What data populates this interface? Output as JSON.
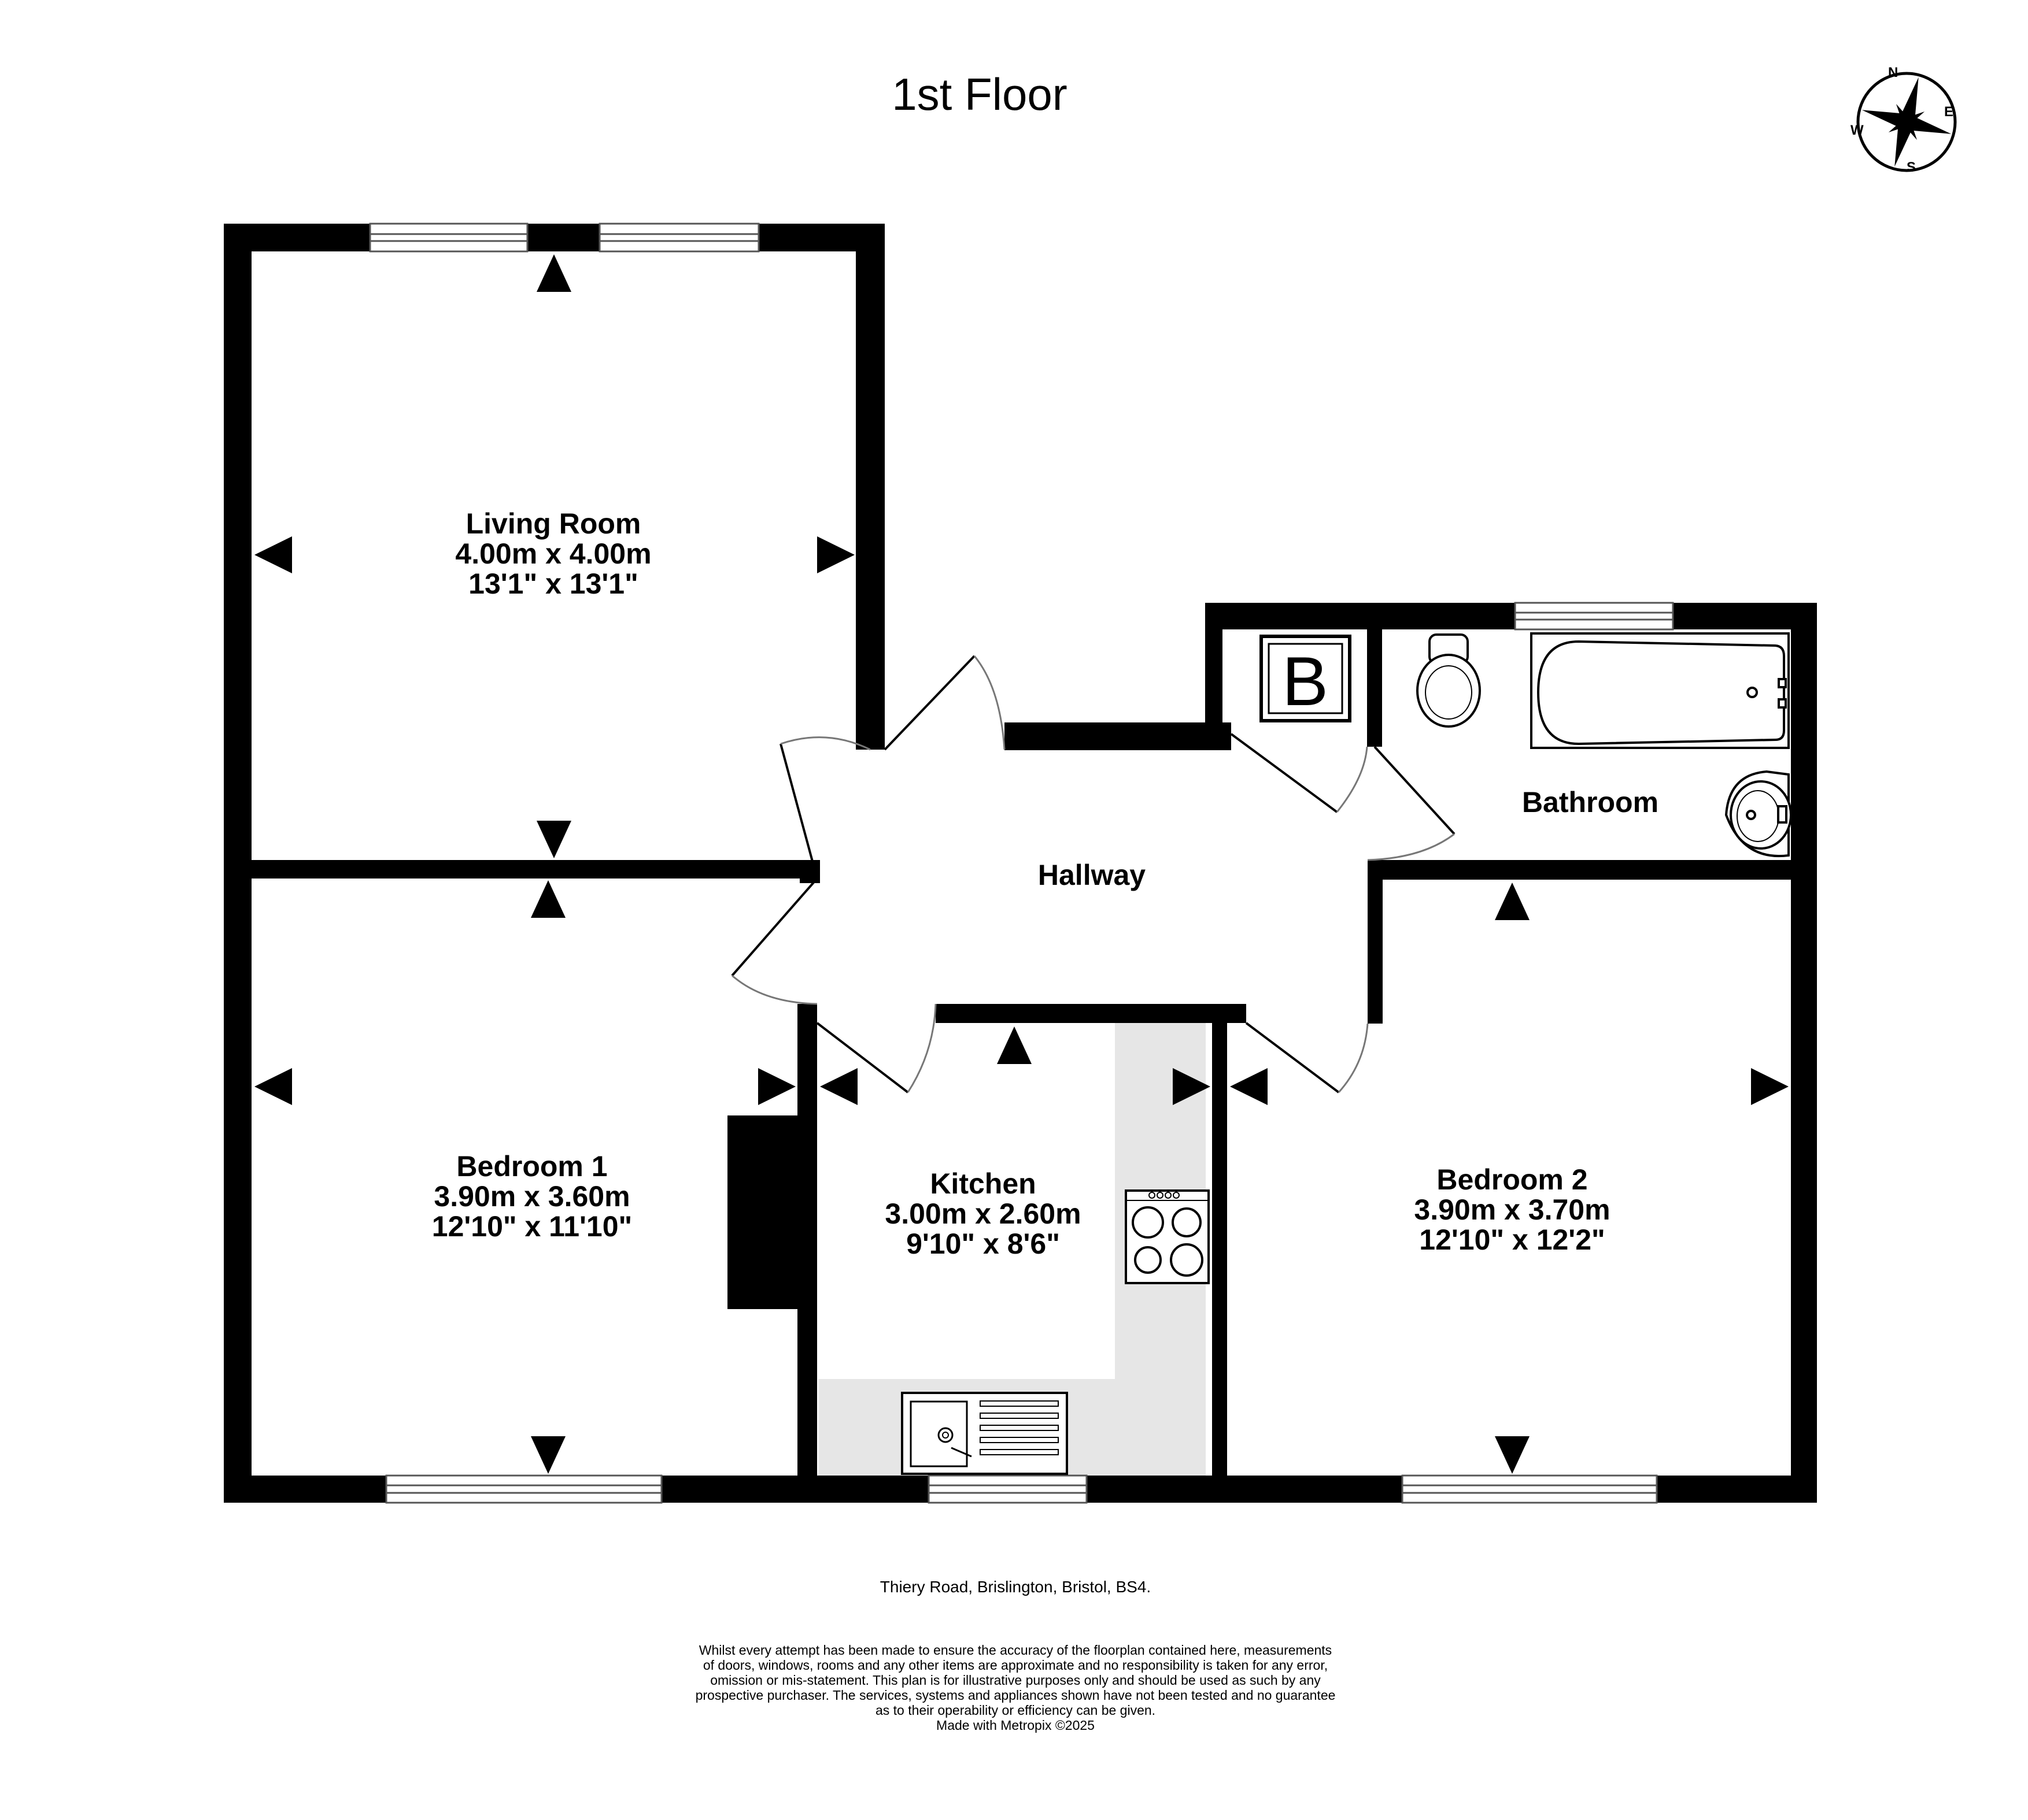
{
  "title": "1st Floor",
  "rooms": [
    {
      "id": "living-room",
      "name": "Living Room",
      "metric": "4.00m  x 4.00m",
      "imperial": "13'1\"  x 13'1\""
    },
    {
      "id": "bedroom-1",
      "name": "Bedroom 1",
      "metric": "3.90m  x 3.60m",
      "imperial": "12'10\"  x 11'10\""
    },
    {
      "id": "kitchen",
      "name": "Kitchen",
      "metric": "3.00m  x 2.60m",
      "imperial": "9'10\"  x 8'6\""
    },
    {
      "id": "bedroom-2",
      "name": "Bedroom 2",
      "metric": "3.90m  x 3.70m",
      "imperial": "12'10\"  x 12'2\""
    },
    {
      "id": "bathroom",
      "name": "Bathroom"
    },
    {
      "id": "hallway",
      "name": "Hallway"
    }
  ],
  "boiler_label": "B",
  "compass": {
    "n": "N",
    "e": "E",
    "s": "S",
    "w": "W"
  },
  "address": "Thiery Road, Brislington, Bristol, BS4.",
  "disclaimer": [
    "Whilst every attempt has been made to ensure the accuracy of the floorplan contained here, measurements",
    "of doors, windows, rooms and any other items are approximate and no responsibility is taken for any error,",
    "omission or mis-statement. This plan is for illustrative purposes only and should be used as such by any",
    "prospective purchaser. The services, systems and appliances shown have not been tested and no guarantee",
    "as to their operability or efficiency can be given.",
    "Made with Metropix ©2025"
  ],
  "colors": {
    "wall": "#000000",
    "worktop": "#e6e6e6",
    "background": "#ffffff"
  }
}
